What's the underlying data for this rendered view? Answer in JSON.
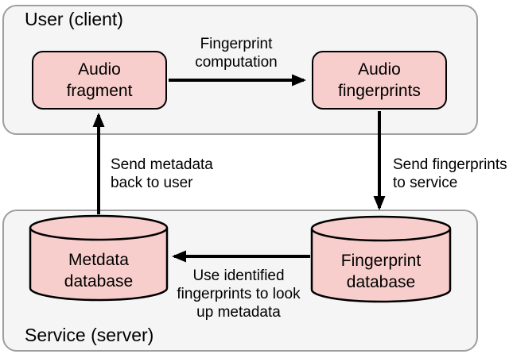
{
  "colors": {
    "node_fill": "#F8CECC",
    "node_stroke": "#000000",
    "container_fill": "#F5F5F5",
    "container_stroke": "#9E9E9E",
    "arrow_color": "#000000",
    "text_color": "#000000",
    "page_background": "#FFFFFF"
  },
  "diagram": {
    "containers": {
      "user": {
        "label": "User (client)"
      },
      "service": {
        "label": "Service (server)"
      }
    },
    "nodes": {
      "audio_fragment": {
        "label": "Audio\nfragment",
        "shape": "rounded-rect"
      },
      "audio_fingerprints": {
        "label": "Audio\nfingerprints",
        "shape": "rounded-rect"
      },
      "metadata_database": {
        "label": "Metdata\ndatabase",
        "shape": "cylinder"
      },
      "fingerprint_database": {
        "label": "Fingerprint\ndatabase",
        "shape": "cylinder"
      }
    },
    "edges": {
      "fingerprint_computation": {
        "from": "audio_fragment",
        "to": "audio_fingerprints",
        "label": "Fingerprint\ncomputation"
      },
      "send_fingerprints": {
        "from": "audio_fingerprints",
        "to": "fingerprint_database",
        "label": "Send fingerprints\nto service"
      },
      "lookup_metadata": {
        "from": "fingerprint_database",
        "to": "metadata_database",
        "label": "Use identified\nfingerprints to look\nup metadata"
      },
      "send_metadata": {
        "from": "metadata_database",
        "to": "audio_fragment",
        "label": "Send metadata\nback to user"
      }
    }
  }
}
